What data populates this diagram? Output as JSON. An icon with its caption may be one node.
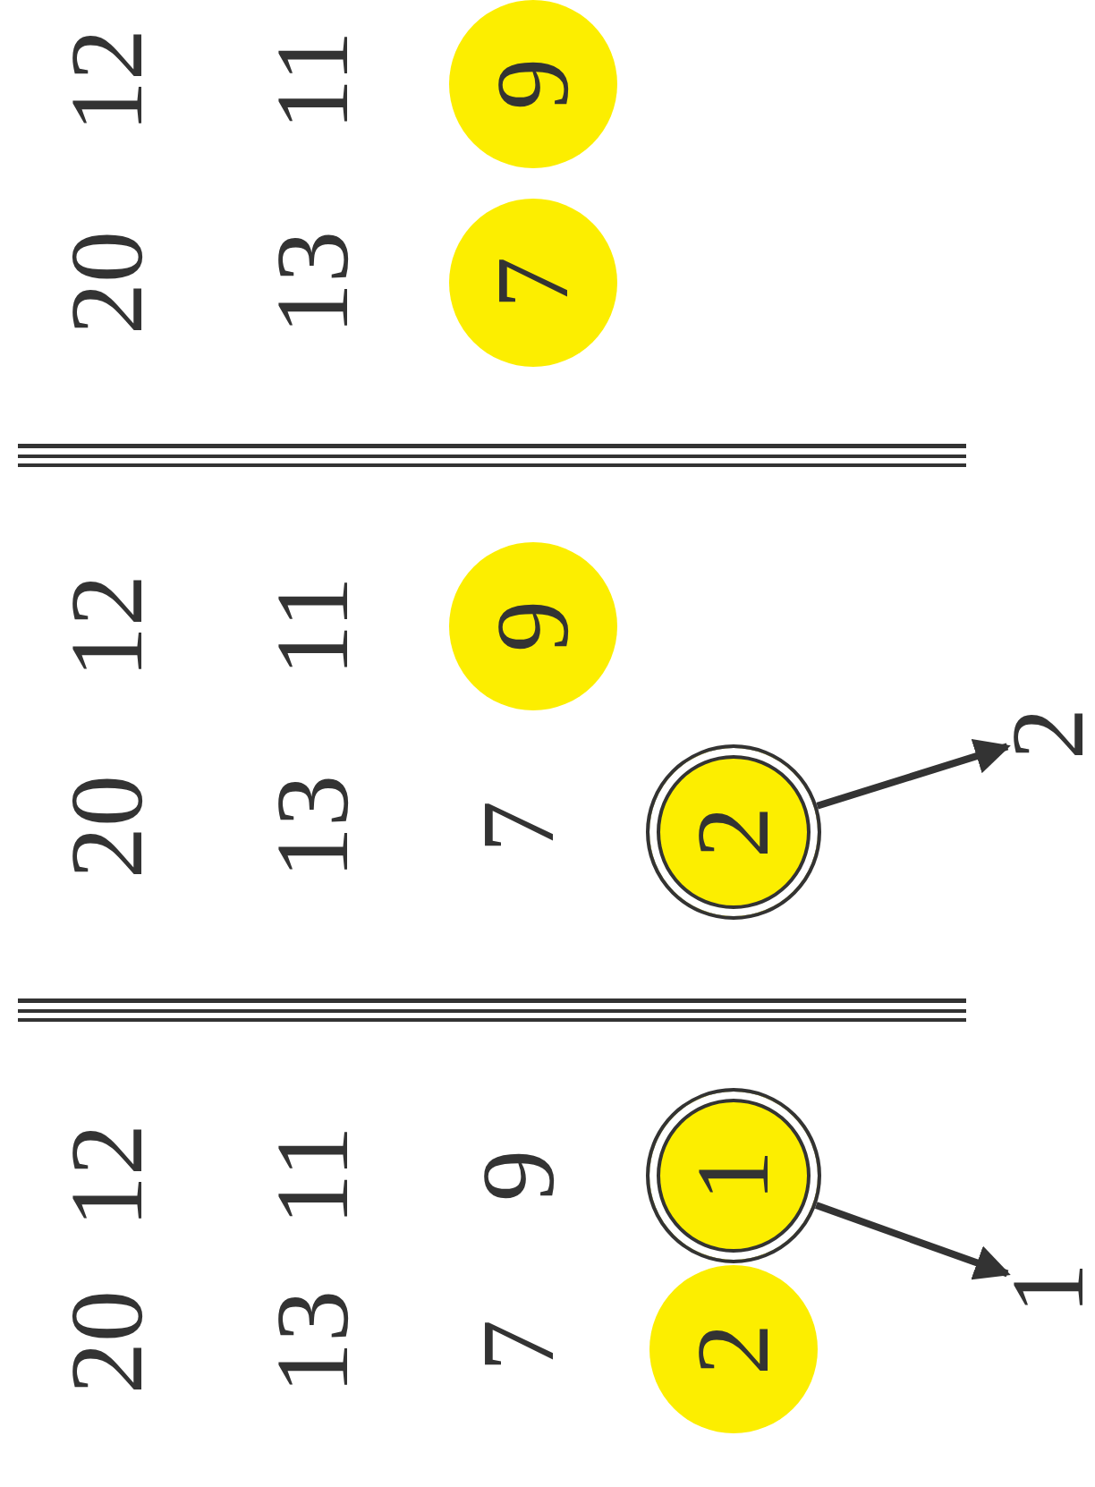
{
  "diagram": {
    "nodes": [
      {
        "text": [
          "9"
        ]
      },
      {
        "text": [
          "7"
        ]
      },
      {
        "text": [
          "9"
        ]
      },
      {
        "text": [
          "2"
        ]
      },
      {
        "text": [
          "2"
        ]
      },
      {
        "text": [
          "1"
        ]
      },
      {
        "text": [
          "1"
        ]
      },
      {
        "text": [
          "2"
        ]
      }
    ],
    "edges": [
      {
        "from": 4,
        "to": 3,
        "arrow": "to"
      },
      {
        "from": 5,
        "to": 6,
        "arrow": "to"
      }
    ],
    "labels": [
      "12",
      "11",
      "20",
      "13",
      "12",
      "11",
      "20",
      "13",
      "7",
      "12",
      "11",
      "9",
      "20",
      "13",
      "7"
    ]
  }
}
